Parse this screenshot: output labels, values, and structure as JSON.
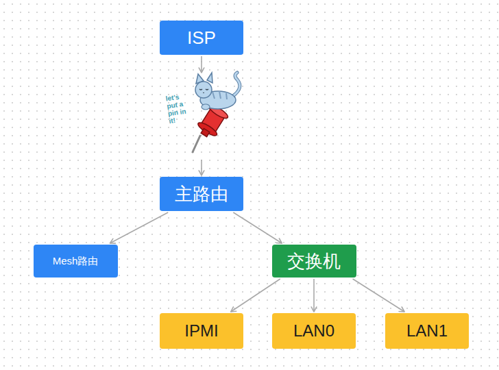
{
  "diagram": {
    "nodes": [
      {
        "text": [
          "ISP"
        ]
      },
      {
        "text": [
          "主路由"
        ]
      },
      {
        "text": [
          "Mesh路由"
        ]
      },
      {
        "text": [
          "交换机"
        ]
      },
      {
        "text": [
          "IPMI"
        ]
      },
      {
        "text": [
          "LAN0"
        ]
      },
      {
        "text": [
          "LAN1"
        ]
      }
    ],
    "edges": [
      {
        "from": 0,
        "to": 1,
        "arrow": "to"
      },
      {
        "from": 1,
        "to": 2,
        "arrow": "to"
      },
      {
        "from": 1,
        "to": 3,
        "arrow": "to"
      },
      {
        "from": 3,
        "to": 4,
        "arrow": "to"
      },
      {
        "from": 3,
        "to": 5,
        "arrow": "to"
      },
      {
        "from": 3,
        "to": 6,
        "arrow": "to"
      }
    ],
    "labels": [
      "let's put a pin in it!"
    ]
  }
}
